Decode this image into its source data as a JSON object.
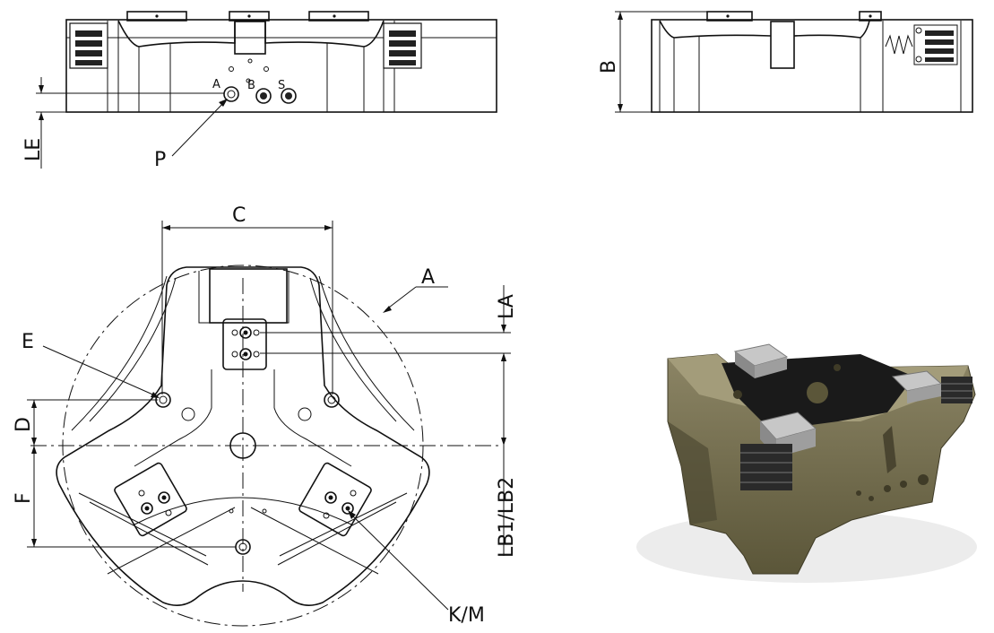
{
  "labels": {
    "LE": "LE",
    "P": "P",
    "port_A": "A",
    "port_B": "B",
    "port_S": "S",
    "B": "B",
    "C": "C",
    "A": "A",
    "LA": "LA",
    "E": "E",
    "D": "D",
    "F": "F",
    "LB1_LB2": "LB1/LB2",
    "KM": "K/M"
  },
  "colors": {
    "line": "#111111",
    "jaw_body": "#7a7455",
    "jaw_dark": "#4f4a33",
    "center_block": "#1a1a1a",
    "top_jaw": "#b9b9b9"
  }
}
